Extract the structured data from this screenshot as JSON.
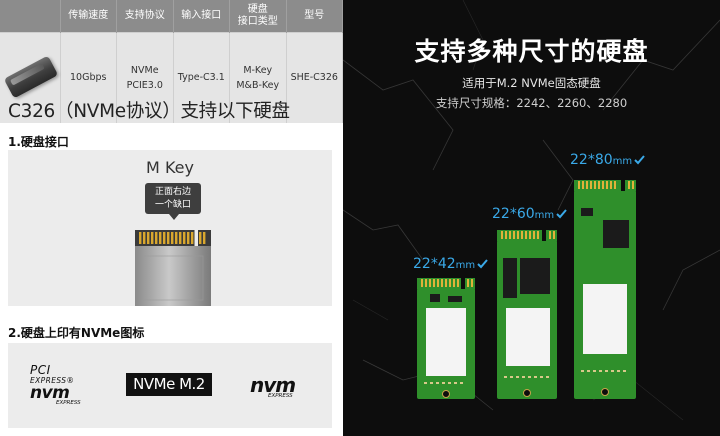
{
  "spec_table": {
    "headers": [
      "传输速度",
      "支持协议",
      "输入接口",
      "硬盘\n接口类型",
      "型号"
    ],
    "row": [
      "10Gbps",
      "NVMe\nPCIE3.0",
      "Type-C3.1",
      "M-Key\nM&B-Key",
      "SHE-C326"
    ]
  },
  "left": {
    "subtitle": "C326（NVMe协议）支持以下硬盘",
    "section1": "1.硬盘接口",
    "mkey_title": "M Key",
    "mkey_badge": "正面右边\n一个缺口",
    "section2": "2.硬盘上印有NVMe图标",
    "logos": {
      "pci_line1": "PCI",
      "pci_line2": "EXPRESS®",
      "pci_line3": "nvm",
      "pci_line4": "EXPRESS",
      "nvme_m2": "NVMe M.2",
      "nvm_line1": "nvm",
      "nvm_line2": "EXPRESS"
    }
  },
  "right": {
    "title": "支持多种尺寸的硬盘",
    "sub1": "适用于M.2 NVMe固态硬盘",
    "sub2": "支持尺寸规格：2242、2260、2280",
    "sizes": [
      {
        "value": "22*80",
        "unit": "mm"
      },
      {
        "value": "22*60",
        "unit": "mm"
      },
      {
        "value": "22*42",
        "unit": "mm"
      }
    ]
  },
  "colors": {
    "accent_blue": "#3aa9e8",
    "pcb_green": "#2f8f2b",
    "table_header": "#8c8c8c"
  }
}
